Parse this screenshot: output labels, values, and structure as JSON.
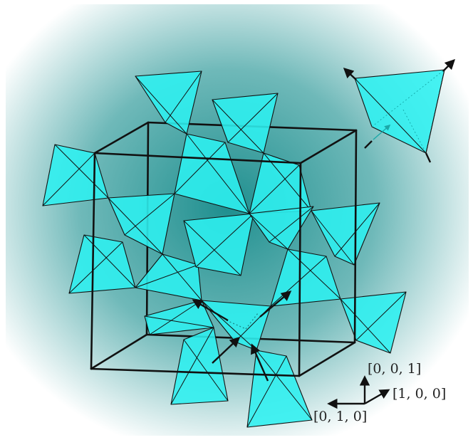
{
  "figure": {
    "background_center_color": "#1f8f8f",
    "background_edge_color": "#ffffff",
    "tetrahedron_color": "#2ef0f0",
    "edge_color": "#111111"
  },
  "axes": {
    "z_label": "[0, 0, 1]",
    "x_label": "[1, 0, 0]",
    "y_label": "[0, 1, 0]"
  },
  "icons": {
    "inset": "tetrahedron-with-arrows-icon",
    "triad": "coordinate-axes-icon"
  }
}
